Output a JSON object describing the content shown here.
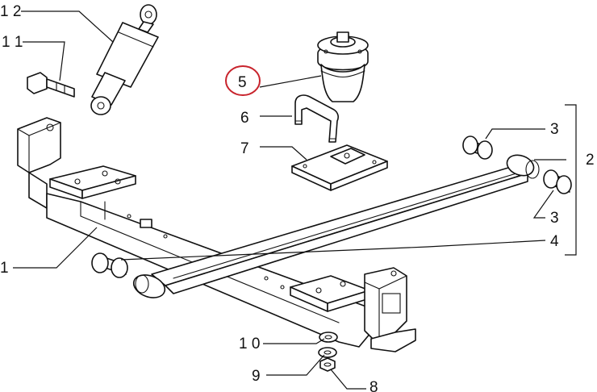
{
  "callouts": {
    "c12": "1 2",
    "c11": "1 1",
    "c5": "5",
    "c6": "6",
    "c7": "7",
    "c3a": "3",
    "c2": "2",
    "c3b": "3",
    "c4": "4",
    "c1": "1",
    "c10": "1 0",
    "c9": "9",
    "c8": "8"
  },
  "colors": {
    "line": "#111111",
    "highlight": "#c8232c",
    "background": "#ffffff"
  }
}
